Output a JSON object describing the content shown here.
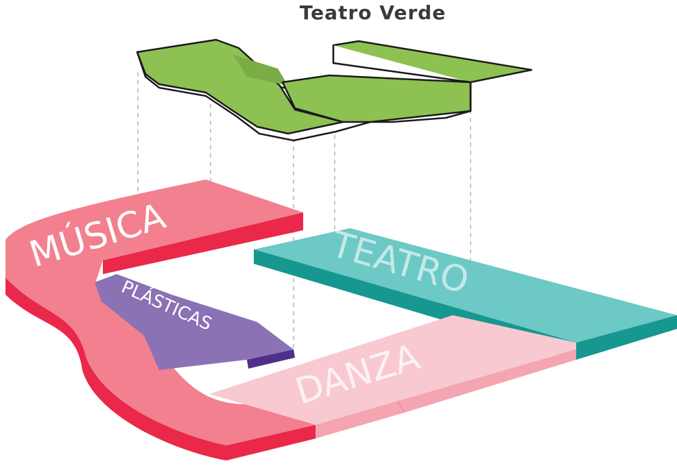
{
  "title": "Teatro Verde",
  "blocks": {
    "musica": "MÚSICA",
    "plasticas": "PLÁSTICAS",
    "teatro": "TEATRO",
    "danza": "DANZA"
  },
  "colors": {
    "green": "#8dc152",
    "pink": "#f2808f",
    "pink_dark": "#e9284a",
    "pink_light": "#f8c9d0",
    "teal": "#6cc9c5",
    "teal_dark": "#16978f",
    "purple": "#8a72b5",
    "purple_dark": "#4f2f8c"
  }
}
